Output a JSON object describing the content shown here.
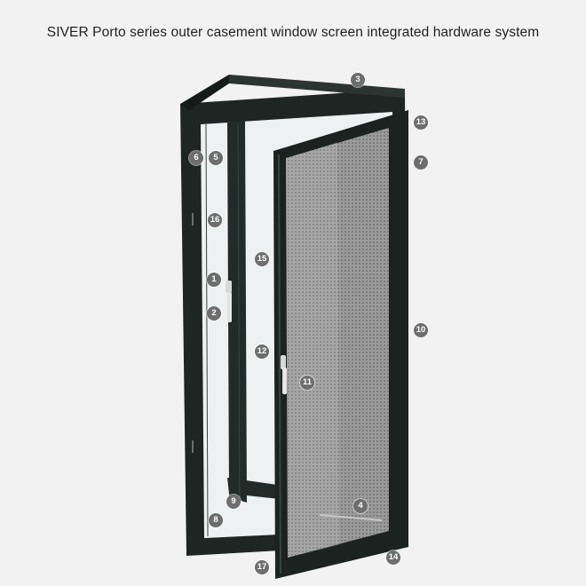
{
  "title": "SIVER Porto series outer casement window screen integrated hardware system",
  "callouts": [
    {
      "id": "c1",
      "label": "1"
    },
    {
      "id": "c2",
      "label": "2"
    },
    {
      "id": "c3",
      "label": "3"
    },
    {
      "id": "c4",
      "label": "4"
    },
    {
      "id": "c5",
      "label": "5"
    },
    {
      "id": "c6",
      "label": "6"
    },
    {
      "id": "c7",
      "label": "7"
    },
    {
      "id": "c8",
      "label": "8"
    },
    {
      "id": "c9",
      "label": "9"
    },
    {
      "id": "c10",
      "label": "10"
    },
    {
      "id": "c11",
      "label": "11"
    },
    {
      "id": "c12",
      "label": "12"
    },
    {
      "id": "c13",
      "label": "13"
    },
    {
      "id": "c14",
      "label": "14"
    },
    {
      "id": "c15",
      "label": "15"
    },
    {
      "id": "c16",
      "label": "16"
    },
    {
      "id": "c17",
      "label": "17"
    }
  ],
  "colors": {
    "background": "#f2f2f2",
    "frame": "#1f2523",
    "glass": "#eef1f1",
    "mesh": "#8f8f8f",
    "callout": "#6e6e6e"
  }
}
